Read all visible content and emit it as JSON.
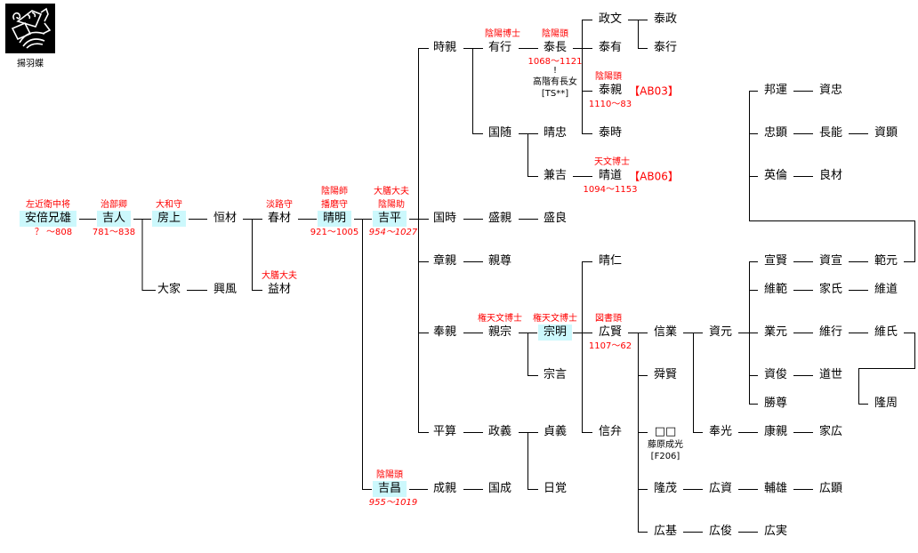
{
  "crest": {
    "name": "揚羽蝶"
  },
  "colors": {
    "highlight": "#ccf8fc",
    "annotation": "#ff0000",
    "line": "#000000"
  },
  "nodes": {
    "otoo": "安倍兄雄",
    "yoshihito": "吉人",
    "fusakami": "房上",
    "tsunezai": "恒材",
    "harukai": "春材",
    "seimei": "晴明",
    "yoshihira": "吉平",
    "oie": "大家",
    "okikaze": "興風",
    "masuki": "益材",
    "kunitoki": "国時",
    "morichika": "盛親",
    "moriyoshi": "盛良",
    "tokichika": "時親",
    "ariyuki": "有行",
    "yasunaga": "泰長",
    "kuniyuki": "国随",
    "harutada": "晴忠",
    "kaneyoshi": "兼吉",
    "harumichi": "晴道",
    "masafumi": "政文",
    "yasumasa": "泰政",
    "yasuari": "泰有",
    "yasuyuki": "泰行",
    "yasuchika": "泰親",
    "yasutoki": "泰時",
    "akichika": "章親",
    "chikataka": "親尊",
    "tomochika": "奉親",
    "chikamune": "親宗",
    "muneaki": "宗明",
    "munekoto": "宗言",
    "haruhito": "晴仁",
    "hirokata": "広賢",
    "shinben": "信弁",
    "nobunari": "信業",
    "shunken": "舜賢",
    "unknown": "□□",
    "takashige": "隆茂",
    "hiromoto": "広基",
    "sukemoto": "資元",
    "tomomitsu": "奉光",
    "yasuchika2": "康親",
    "iehiro": "家広",
    "hirosuke": "広資",
    "sukeo": "輔雄",
    "hiroaki": "広顕",
    "hirotoshi": "広俊",
    "hirozane": "広実",
    "nobukata": "宣賢",
    "korenori": "維範",
    "narimoto": "業元",
    "suketoshi": "資俊",
    "shoson": "勝尊",
    "sukenobu": "資宣",
    "norimoto": "範元",
    "ieuji": "家氏",
    "koremichi": "維道",
    "koreyuki": "維行",
    "koreuji": "維氏",
    "michiyo": "道世",
    "takachika": "隆周",
    "kunitsura": "邦運",
    "sukatada": "資忠",
    "tadaaki": "忠顕",
    "nagayoshi": "長能",
    "sukeaki": "資顕",
    "hidenori": "英倫",
    "yoshiki": "良材",
    "heisan": "平算",
    "masayoshi": "政義",
    "sadayoshi": "貞義",
    "nikkaku": "日覚",
    "yoshimasa": "吉昌",
    "narichika": "成親",
    "kuninari": "国成"
  },
  "labels": {
    "otoo_title": "左近衛中将",
    "otoo_dates": "？ ～808",
    "yoshihito_title": "治部卿",
    "yoshihito_dates": "781～838",
    "fusakami_title": "大和守",
    "harukai_title": "淡路守",
    "masuki_title": "大膳大夫",
    "seimei_title1": "陰陽師",
    "seimei_title2": "播磨守",
    "seimei_dates": "921～1005",
    "yoshihira_title1": "大膳大夫",
    "yoshihira_title2": "陰陽助",
    "yoshihira_dates": "954～1027",
    "ariyuki_title": "陰陽博士",
    "yasunaga_title": "陰陽頭",
    "yasunaga_dates": "1068～1121",
    "yasunaga_mark": "!",
    "yasunaga_spouse": "高階有長女",
    "yasunaga_ref": "[TS**]",
    "yasuchika_title": "陰陽頭",
    "yasuchika_code": "【AB03】",
    "yasuchika_dates": "1110～83",
    "harumichi_title": "天文博士",
    "harumichi_code": "【AB06】",
    "harumichi_dates": "1094～1153",
    "chikamune_title": "権天文博士",
    "muneaki_title": "権天文博士",
    "hirokata_title": "図書頭",
    "hirokata_dates": "1107～62",
    "unknown_name": "藤原成光",
    "unknown_ref": "[F206]",
    "yoshimasa_title": "陰陽頭",
    "yoshimasa_dates": "955～1019"
  }
}
